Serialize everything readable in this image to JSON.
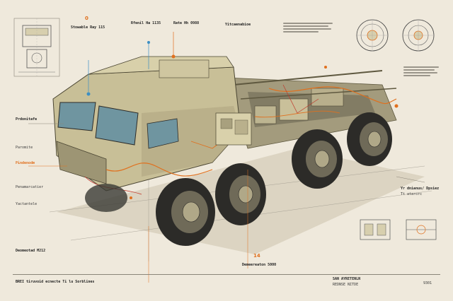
{
  "labels": {
    "top_num": "0",
    "top_a": "Stowable Ray 115",
    "top_b": "Rfenil Ha 1135",
    "top_c": "Rate Hh 0988",
    "top_d": "Yitcaenabioe",
    "left_a": "Prdonitafe",
    "left_b": "Paromite",
    "left_c": "Pindenodm",
    "left_d": "Penamarcatier",
    "left_e": "Yactantele",
    "left_g": "Deomeotad M212",
    "right_a": "Yr dnianus/ Dpsiez",
    "right_b": "Tt atarorc",
    "bottom_a": "Demeereaton 5000",
    "bottom_num": "14",
    "bottom_left": "BREI tiruvoid   ecnecte Ti lu   Sorblines",
    "bottom_right_a": "SAN AYRETENLN",
    "bottom_right_b": "REDNSE NITDE",
    "bottom_right_c": "9301"
  },
  "colors": {
    "paper": "#efe9dc",
    "hull": "#c8bf97",
    "hull_dark": "#8d8566",
    "accent_orange": "#e0701e",
    "accent_blue": "#3d8fc4",
    "tire": "#2c2b28"
  }
}
